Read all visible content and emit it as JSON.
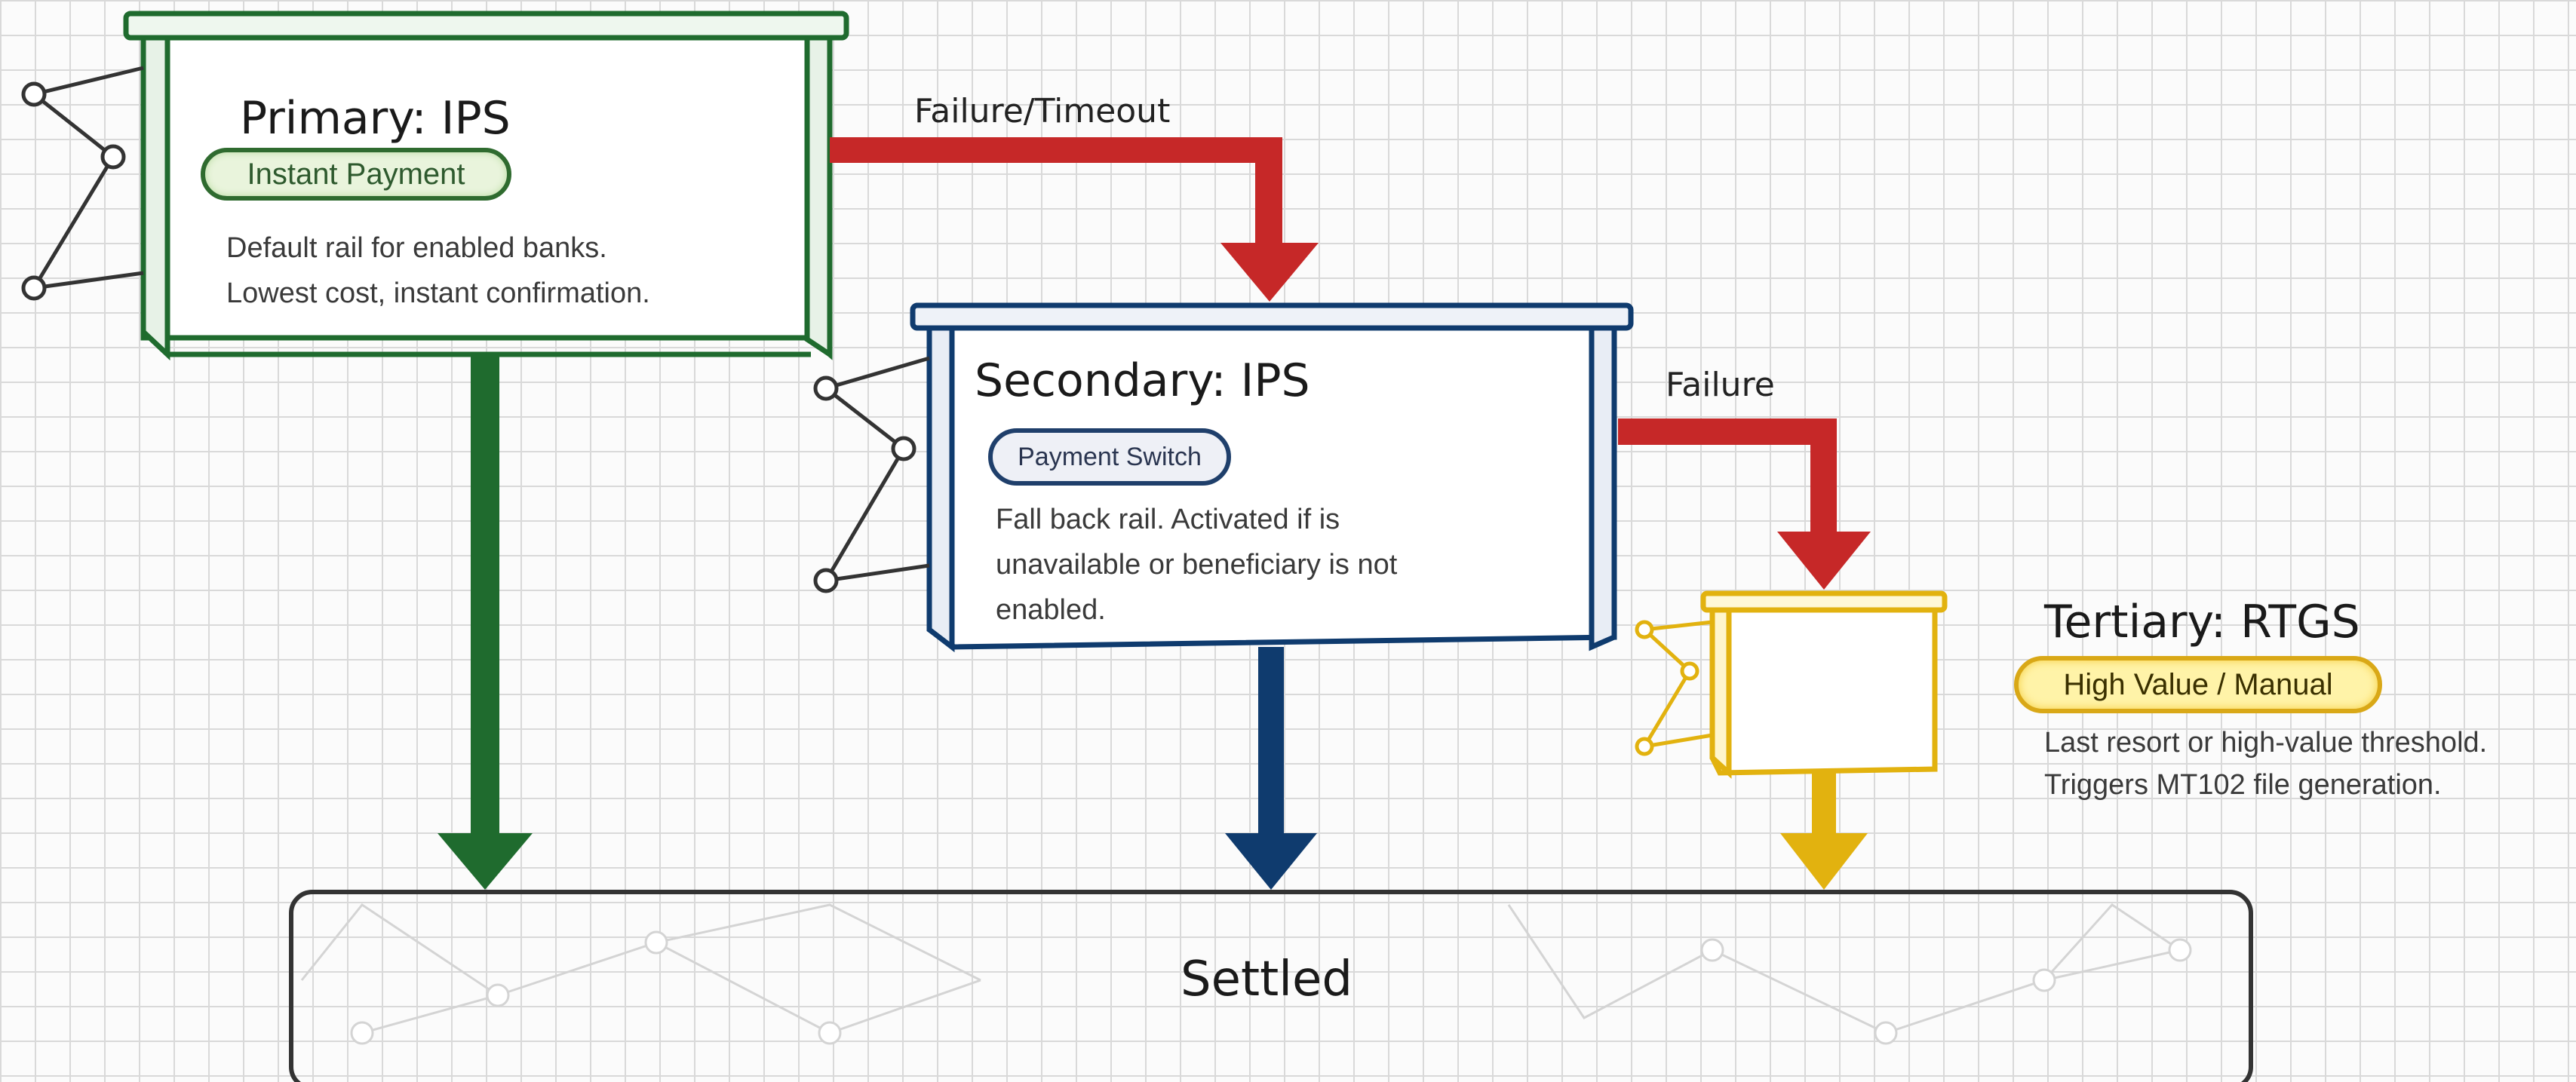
{
  "colors": {
    "primary": "#1f6b2e",
    "secondary": "#0f3b6e",
    "tertiary": "#e2b20f",
    "failure": "#c62828"
  },
  "primary": {
    "title": "Primary: IPS",
    "badge": "Instant Payment",
    "desc_line1": "Default rail for enabled banks.",
    "desc_line2": "Lowest cost, instant confirmation."
  },
  "secondary": {
    "title": "Secondary: IPS",
    "badge": "Payment Switch",
    "desc_line1": "Fall back rail. Activated if is",
    "desc_line2": "unavailable or beneficiary is not",
    "desc_line3": "enabled."
  },
  "tertiary": {
    "title": "Tertiary: RTGS",
    "badge": "High Value / Manual",
    "desc_line1": "Last resort or high-value threshold.",
    "desc_line2": "Triggers MT102 file generation."
  },
  "arrows": {
    "primary_to_secondary": "Failure/Timeout",
    "secondary_to_tertiary": "Failure"
  },
  "settled": {
    "label": "Settled"
  }
}
